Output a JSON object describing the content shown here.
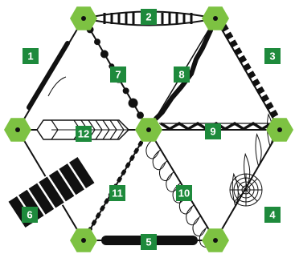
{
  "colors": {
    "node_fill": "#7dc242",
    "badge_fill": "#1e8a3c",
    "badge_text": "#ffffff",
    "line": "#111111"
  },
  "badges": [
    {
      "id": "1",
      "text": "1"
    },
    {
      "id": "2",
      "text": "2"
    },
    {
      "id": "3",
      "text": "3"
    },
    {
      "id": "4",
      "text": "4"
    },
    {
      "id": "5",
      "text": "5"
    },
    {
      "id": "6",
      "text": "6"
    },
    {
      "id": "7",
      "text": "7"
    },
    {
      "id": "8",
      "text": "8"
    },
    {
      "id": "9",
      "text": "9"
    },
    {
      "id": "10",
      "text": "10"
    },
    {
      "id": "11",
      "text": "11"
    },
    {
      "id": "12",
      "text": "12"
    }
  ]
}
